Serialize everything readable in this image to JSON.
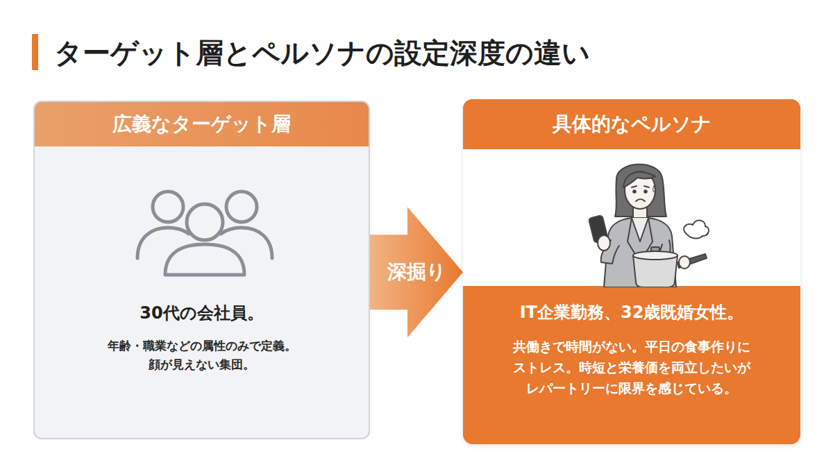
{
  "diagram": {
    "title": "ターゲット層とペルソナの設定深度の違い",
    "nodes": [
      {
        "text": [
          "広義なターゲット層",
          "30代の会社員。",
          "年齢・職業などの属性のみで定義。 顔が見えない集団。"
        ]
      },
      {
        "text": [
          "具体的なペルソナ",
          "IT企業勤務、32歳既婚女性。",
          "共働きで時間がない。平日の食事作りに ストレス。時短と栄養価を両立したいが レパートリーに限界を感じている。"
        ]
      }
    ],
    "edges": [
      {
        "from": 0,
        "to": 1,
        "arrow": "to",
        "label": "深掘り"
      }
    ]
  }
}
